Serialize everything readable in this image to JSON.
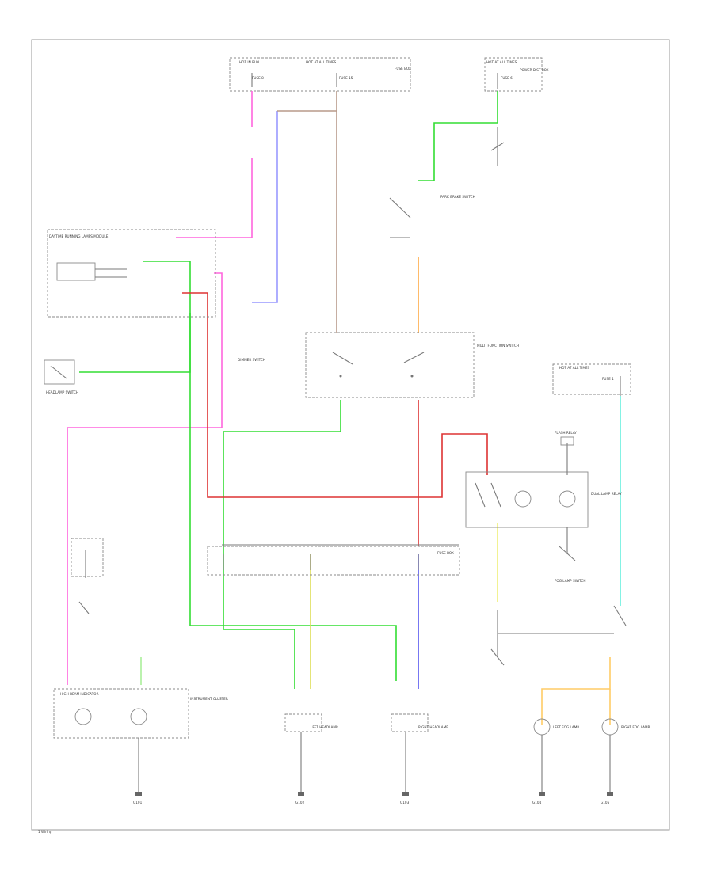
{
  "colors": {
    "green": "#33dd33",
    "pink": "#ff66dd",
    "purple": "#9999ff",
    "brown": "#b89a8a",
    "red": "#dd3333",
    "yellow": "#dddd55",
    "blue": "#5555ee",
    "light_green": "#aaee99",
    "cyan": "#66eedd",
    "orange": "#ffcc66",
    "grey": "#999999"
  },
  "labels": {
    "fuse_top_left": "HOT IN RUN",
    "fuse_top_mid": "HOT AT ALL TIMES",
    "fuse_top_right": "HOT AT ALL TIMES",
    "fuse_box_label": "FUSE BOX",
    "power_dist_label": "POWER DIST BOX",
    "fuse_a": "FUSE 8",
    "fuse_b": "FUSE 15",
    "fuse_c": "FUSE 6",
    "multi_switch": "MULTI FUNCTION SWITCH",
    "daytime_module": "DAYTIME RUNNING LAMPS MODULE",
    "dimmer_switch": "DIMMER SWITCH",
    "park_brake_switch": "PARK BRAKE SWITCH",
    "headlamp_switch": "HEADLAMP SWITCH",
    "hot_right": "HOT AT ALL TIMES",
    "fuse_right": "FUSE 1",
    "flash_relay": "FLASH RELAY",
    "dual_relay": "DUAL LAMP RELAY",
    "fog_switch": "FOG LAMP SWITCH",
    "high_beam_ind": "HIGH BEAM INDICATOR",
    "left_headlamp": "LEFT HEADLAMP",
    "right_headlamp": "RIGHT HEADLAMP",
    "left_fog": "LEFT FOG LAMP",
    "right_fog": "RIGHT FOG LAMP",
    "instrument_cluster": "INSTRUMENT CLUSTER",
    "g1": "G101",
    "g2": "G102",
    "g3": "G103",
    "g4": "G104",
    "g5": "G105",
    "footer": "1 Wiring"
  }
}
